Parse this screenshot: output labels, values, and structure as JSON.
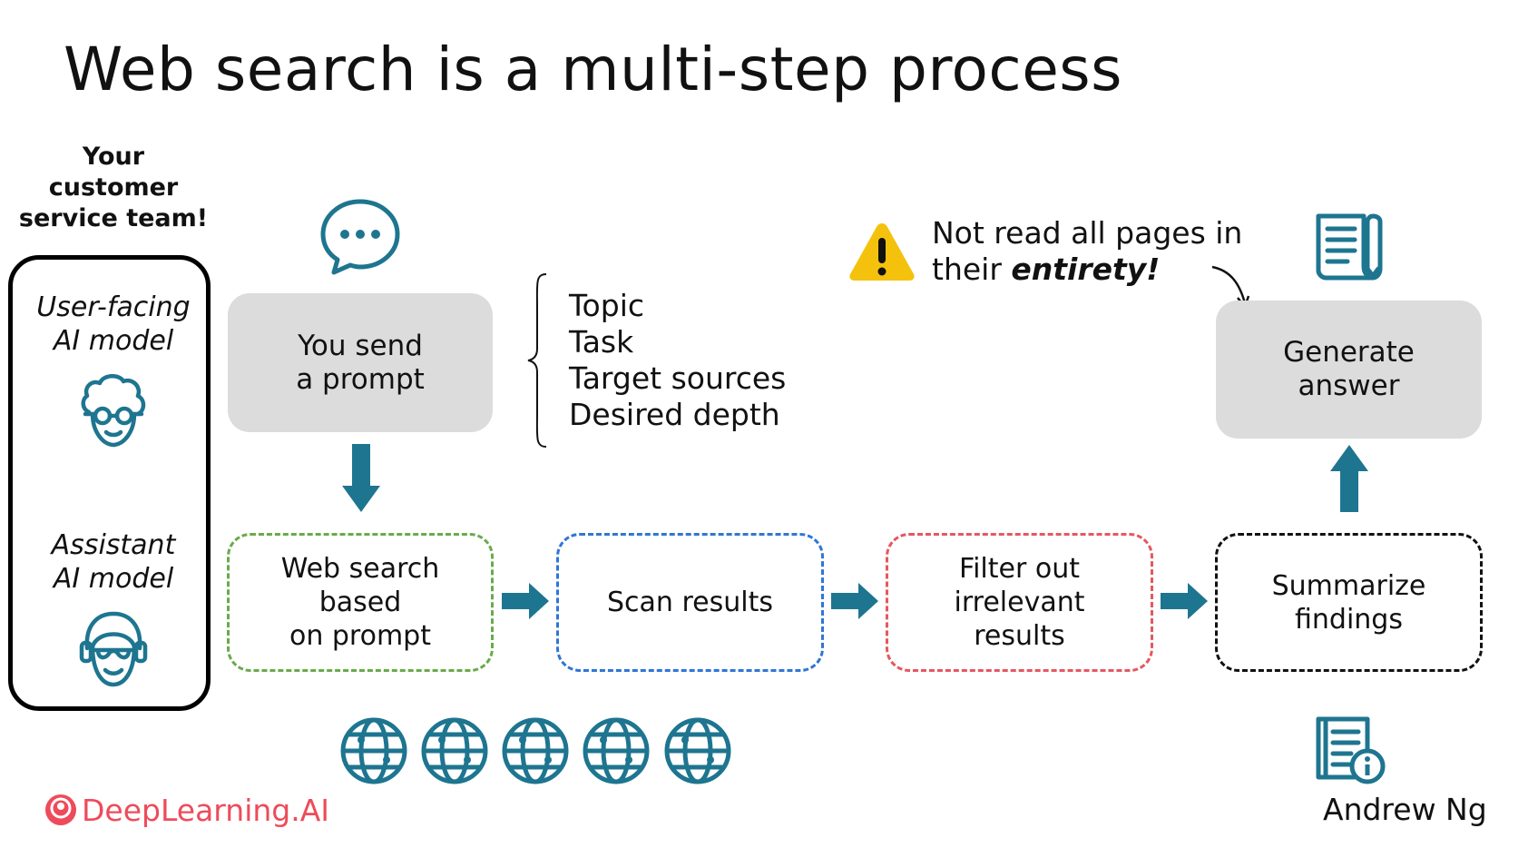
{
  "title": "Web search is a multi-step process",
  "team": {
    "label": "Your\ncustomer\nservice team!",
    "user_model": "User-facing\nAI model",
    "assistant_model": "Assistant\nAI model"
  },
  "steps": {
    "send_prompt": "You send\na prompt",
    "generate_answer": "Generate\nanswer",
    "web_search": "Web search\nbased\non prompt",
    "scan_results": "Scan results",
    "filter_results": "Filter out\nirrelevant\nresults",
    "summarize": "Summarize\nfindings"
  },
  "prompt_components": [
    "Topic",
    "Task",
    "Target sources",
    "Desired depth"
  ],
  "warning": {
    "line1": "Not read all pages in",
    "line2_prefix": "their ",
    "line2_emphasis": "entirety!"
  },
  "footer": {
    "brand": "DeepLearning.AI",
    "author": "Andrew Ng"
  },
  "colors": {
    "teal": "#1e7590",
    "green_dash": "#6aaa4a",
    "blue_dash": "#2f76d6",
    "red_dash": "#e4585f",
    "black_dash": "#111111",
    "warning_yellow": "#f4c20d",
    "brand_red": "#ee4b5a",
    "box_gray": "#dcdcdc"
  },
  "icons": [
    "chat-bubble-icon",
    "warning-icon",
    "document-pen-icon",
    "user-icon",
    "headset-user-icon",
    "globe-icon",
    "info-book-icon",
    "deeplearning-logo-icon"
  ]
}
